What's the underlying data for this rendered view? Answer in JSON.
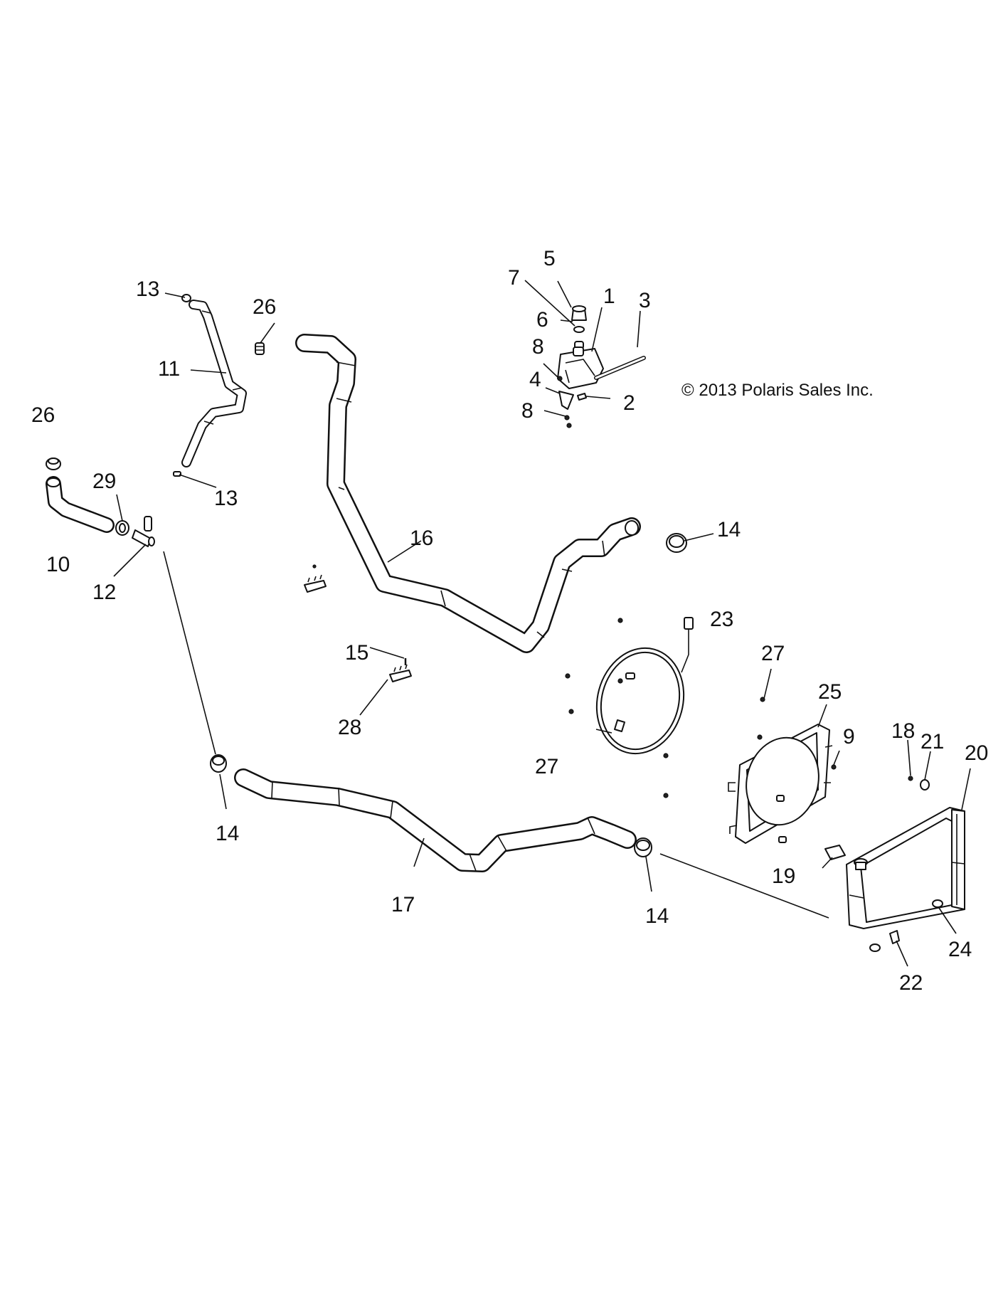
{
  "copyright": "© 2013 Polaris Sales Inc.",
  "callouts": {
    "c1": "1",
    "c2": "2",
    "c3": "3",
    "c4": "4",
    "c5": "5",
    "c6": "6",
    "c7": "7",
    "c8a": "8",
    "c8b": "8",
    "c9": "9",
    "c10": "10",
    "c11": "11",
    "c12": "12",
    "c13a": "13",
    "c13b": "13",
    "c14a": "14",
    "c14b": "14",
    "c14c": "14",
    "c15": "15",
    "c16": "16",
    "c17": "17",
    "c18": "18",
    "c19": "19",
    "c20": "20",
    "c21": "21",
    "c22": "22",
    "c23": "23",
    "c24": "24",
    "c25": "25",
    "c26a": "26",
    "c26b": "26",
    "c27a": "27",
    "c27b": "27",
    "c28": "28",
    "c29": "29"
  }
}
